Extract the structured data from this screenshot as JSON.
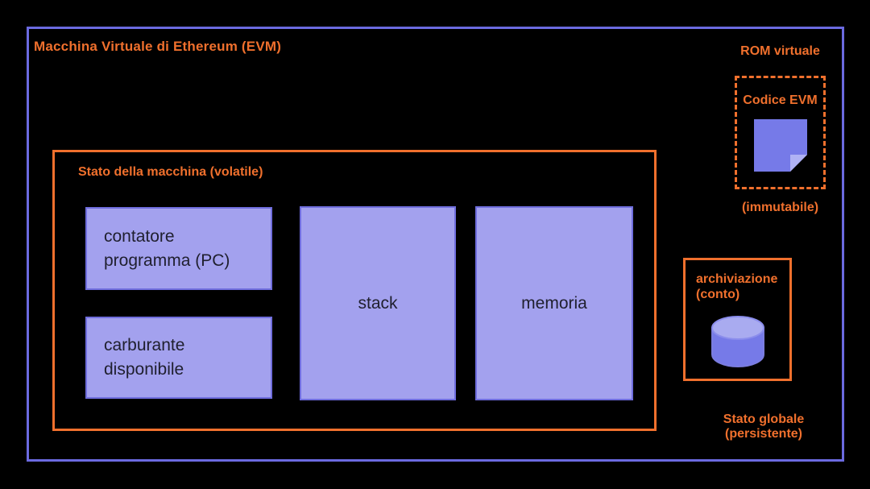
{
  "colors": {
    "background": "#000000",
    "outer-border": "#6b6ae0",
    "orange": "#f0702d",
    "box-fill": "#a3a1ee",
    "box-border": "#6f6ddd",
    "icon-purple": "#767ae8",
    "icon-purple-light": "#b0b2f4",
    "dark-text": "#1f1f2e"
  },
  "evm": {
    "title": "Macchina Virtuale di Ethereum (EVM)"
  },
  "machine_state": {
    "label": "Stato della macchina (volatile)",
    "components": [
      {
        "id": "program-counter",
        "label": "contatore\nprogramma (PC)"
      },
      {
        "id": "available-gas",
        "label": "carburante\ndisponibile"
      },
      {
        "id": "stack",
        "label": "stack"
      },
      {
        "id": "memory",
        "label": "memoria"
      }
    ]
  },
  "rom": {
    "title": "ROM virtuale",
    "code_label": "Codice EVM",
    "note": "(immutabile)",
    "icon": "sticky-note-icon"
  },
  "storage": {
    "label": "archiviazione\n(conto)",
    "icon": "database-cylinder-icon"
  },
  "global_state": {
    "label": "Stato globale\n(persistente)"
  }
}
